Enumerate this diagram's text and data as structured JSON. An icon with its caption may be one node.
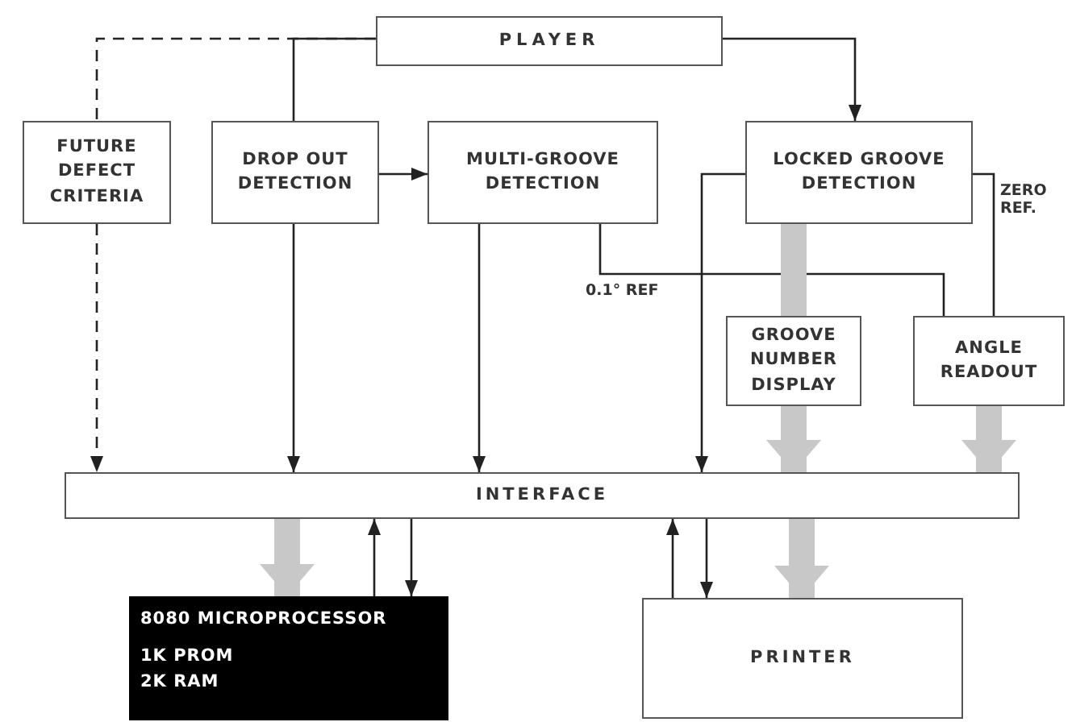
{
  "diagram": {
    "nodes": [
      {
        "text": [
          "PLAYER"
        ]
      },
      {
        "text": [
          "FUTURE DEFECT CRITERIA"
        ]
      },
      {
        "text": [
          "DROP OUT DETECTION"
        ]
      },
      {
        "text": [
          "MULTI-GROOVE DETECTION"
        ]
      },
      {
        "text": [
          "LOCKED GROOVE DETECTION"
        ]
      },
      {
        "text": [
          "GROOVE NUMBER DISPLAY"
        ]
      },
      {
        "text": [
          "ANGLE READOUT"
        ]
      },
      {
        "text": [
          "INTERFACE"
        ]
      },
      {
        "text": [
          "8080 MICROPROCESSOR",
          "1K PROM",
          "2K RAM"
        ]
      },
      {
        "text": [
          "PRINTER"
        ]
      }
    ],
    "edges": [
      {
        "from": 0,
        "to": 1,
        "arrow": "none",
        "style": "dashed"
      },
      {
        "from": 1,
        "to": 7,
        "arrow": "to",
        "style": "dashed"
      },
      {
        "from": 0,
        "to": 2,
        "arrow": "none"
      },
      {
        "from": 2,
        "to": 3,
        "arrow": "to"
      },
      {
        "from": 2,
        "to": 7,
        "arrow": "to"
      },
      {
        "from": 3,
        "to": 7,
        "arrow": "to"
      },
      {
        "from": 0,
        "to": 4,
        "arrow": "to"
      },
      {
        "from": 3,
        "to": 6,
        "arrow": "none",
        "label": "0.1° REF"
      },
      {
        "from": 4,
        "to": 7,
        "arrow": "to"
      },
      {
        "from": 4,
        "to": 6,
        "arrow": "none",
        "label": "ZERO REF."
      },
      {
        "from": 4,
        "to": 5,
        "arrow": "none",
        "style": "thick",
        "color": "#c8c8c8"
      },
      {
        "from": 5,
        "to": 7,
        "arrow": "to",
        "style": "thick",
        "color": "#c8c8c8"
      },
      {
        "from": 6,
        "to": 7,
        "arrow": "to",
        "style": "thick",
        "color": "#c8c8c8"
      },
      {
        "from": 7,
        "to": 8,
        "arrow": "to",
        "style": "thick",
        "color": "#c8c8c8"
      },
      {
        "from": 8,
        "to": 7,
        "arrow": "to"
      },
      {
        "from": 7,
        "to": 8,
        "arrow": "to"
      },
      {
        "from": 9,
        "to": 7,
        "arrow": "to"
      },
      {
        "from": 7,
        "to": 9,
        "arrow": "to"
      },
      {
        "from": 7,
        "to": 9,
        "arrow": "to",
        "style": "thick",
        "color": "#c8c8c8"
      }
    ]
  }
}
